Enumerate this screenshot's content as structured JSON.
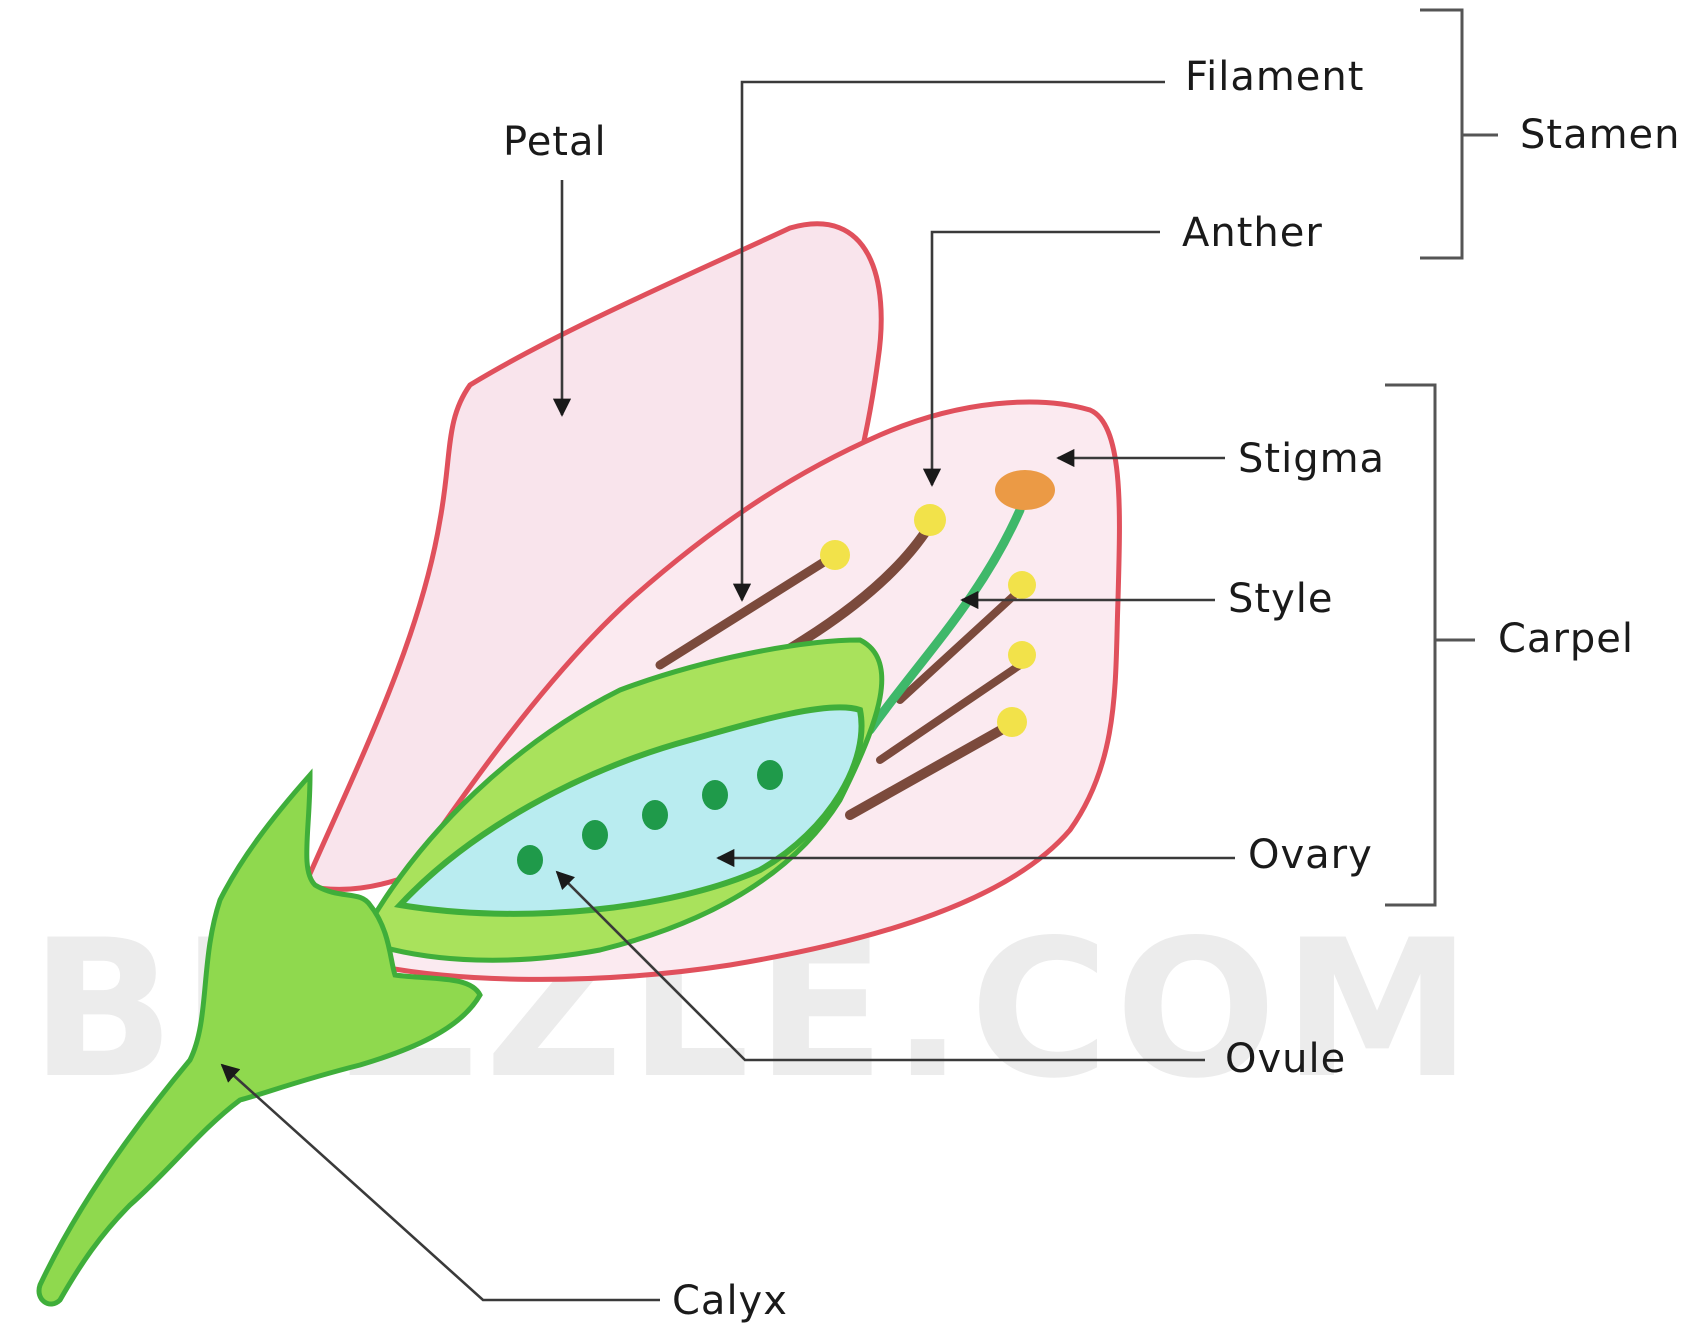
{
  "diagram": {
    "watermark": "BUZZLE.COM",
    "labels": {
      "petal": "Petal",
      "filament": "Filament",
      "anther": "Anther",
      "stamen": "Stamen",
      "stigma": "Stigma",
      "style": "Style",
      "carpel": "Carpel",
      "ovary": "Ovary",
      "ovule": "Ovule",
      "calyx": "Calyx"
    },
    "colors": {
      "petal_outline": "#e0505c",
      "petal_fill": "#f9e4ec",
      "sepal": "#8fd94e",
      "sepal_dark": "#3fae3a",
      "ovary": "#b9ecf0",
      "ovule": "#1f9a4a",
      "filament": "#7b4a3c",
      "anther": "#f2e24a",
      "stigma": "#eb9a45",
      "style": "#3fb86a"
    }
  }
}
